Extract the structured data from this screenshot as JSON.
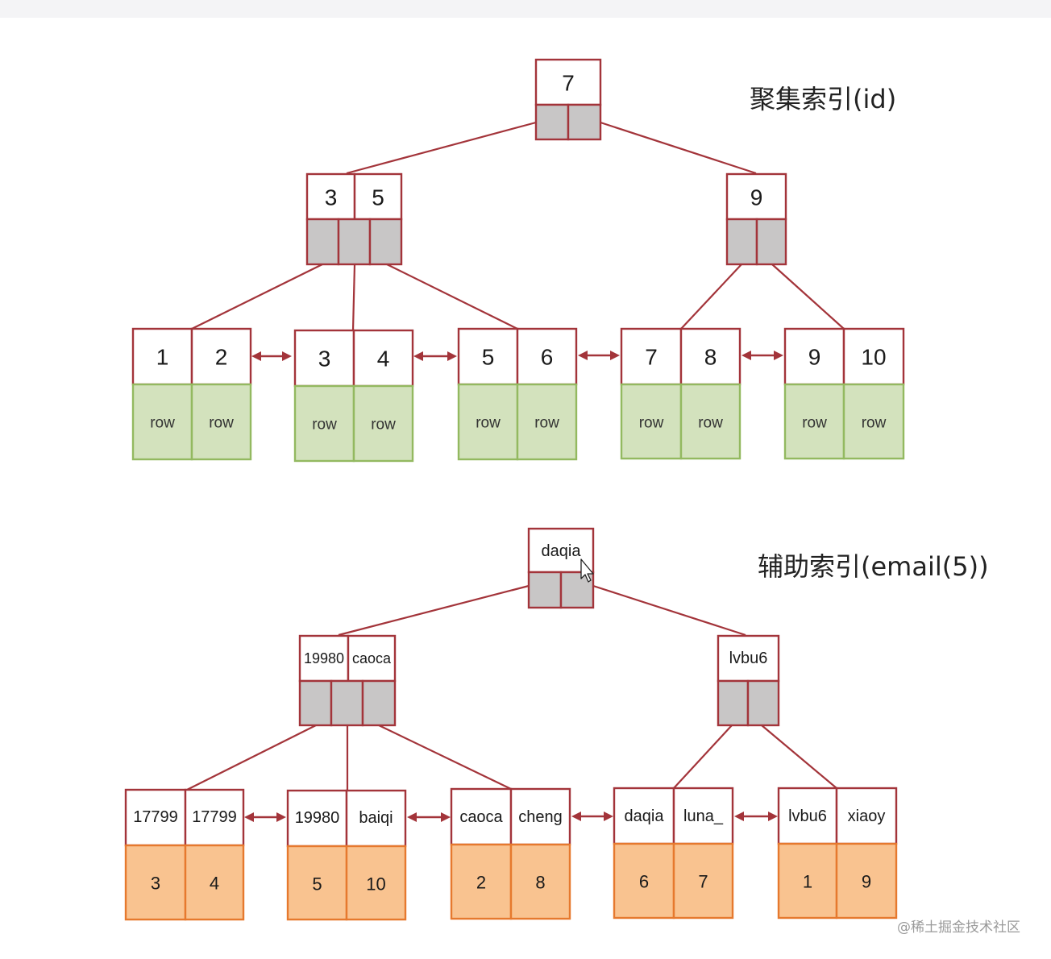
{
  "clustered_index": {
    "title": "聚集索引(id)",
    "root": {
      "keys": [
        "7"
      ]
    },
    "internal": [
      {
        "keys": [
          "3",
          "5"
        ]
      },
      {
        "keys": [
          "9"
        ]
      }
    ],
    "leaves": [
      {
        "keys": [
          "1",
          "2"
        ],
        "values": [
          "row",
          "row"
        ]
      },
      {
        "keys": [
          "3",
          "4"
        ],
        "values": [
          "row",
          "row"
        ]
      },
      {
        "keys": [
          "5",
          "6"
        ],
        "values": [
          "row",
          "row"
        ]
      },
      {
        "keys": [
          "7",
          "8"
        ],
        "values": [
          "row",
          "row"
        ]
      },
      {
        "keys": [
          "9",
          "10"
        ],
        "values": [
          "row",
          "row"
        ]
      }
    ]
  },
  "secondary_index": {
    "title": "辅助索引(email(5))",
    "root": {
      "keys": [
        "daqia"
      ]
    },
    "internal": [
      {
        "keys": [
          "19980",
          "caoca"
        ]
      },
      {
        "keys": [
          "lvbu6"
        ]
      }
    ],
    "leaves": [
      {
        "keys": [
          "17799",
          "17799"
        ],
        "values": [
          "3",
          "4"
        ]
      },
      {
        "keys": [
          "19980",
          "baiqi"
        ],
        "values": [
          "5",
          "10"
        ]
      },
      {
        "keys": [
          "caoca",
          "cheng"
        ],
        "values": [
          "2",
          "8"
        ]
      },
      {
        "keys": [
          "daqia",
          "luna_"
        ],
        "values": [
          "6",
          "7"
        ]
      },
      {
        "keys": [
          "lvbu6",
          "xiaoy"
        ],
        "values": [
          "1",
          "9"
        ]
      }
    ]
  },
  "watermark": "@稀土掘金技术社区",
  "colors": {
    "border": "#a3343a",
    "pointer_fill": "#c8c6c6",
    "row_fill": "#d3e2bd",
    "row_border": "#93b960",
    "pk_fill": "#f9c390",
    "pk_border": "#e6792e"
  }
}
